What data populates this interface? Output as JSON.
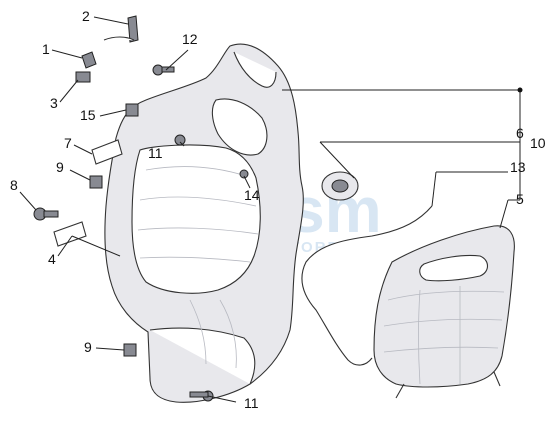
{
  "watermark": {
    "brand": "gsm",
    "sub": "MOTORPARTS",
    "color": "#b9d3ea"
  },
  "callouts": [
    {
      "id": "c1",
      "text": "1"
    },
    {
      "id": "c2",
      "text": "2"
    },
    {
      "id": "c3",
      "text": "3"
    },
    {
      "id": "c4",
      "text": "4"
    },
    {
      "id": "c5",
      "text": "5"
    },
    {
      "id": "c6",
      "text": "6"
    },
    {
      "id": "c7",
      "text": "7"
    },
    {
      "id": "c8",
      "text": "8"
    },
    {
      "id": "c9a",
      "text": "9"
    },
    {
      "id": "c9b",
      "text": "9"
    },
    {
      "id": "c10",
      "text": "10"
    },
    {
      "id": "c11a",
      "text": "11"
    },
    {
      "id": "c11b",
      "text": "11"
    },
    {
      "id": "c12",
      "text": "12"
    },
    {
      "id": "c13",
      "text": "13"
    },
    {
      "id": "c14",
      "text": "14"
    },
    {
      "id": "c15",
      "text": "15"
    }
  ],
  "colors": {
    "line": "#333333",
    "panel_fill": "#e8e8ec",
    "hardware": "#888a92"
  }
}
